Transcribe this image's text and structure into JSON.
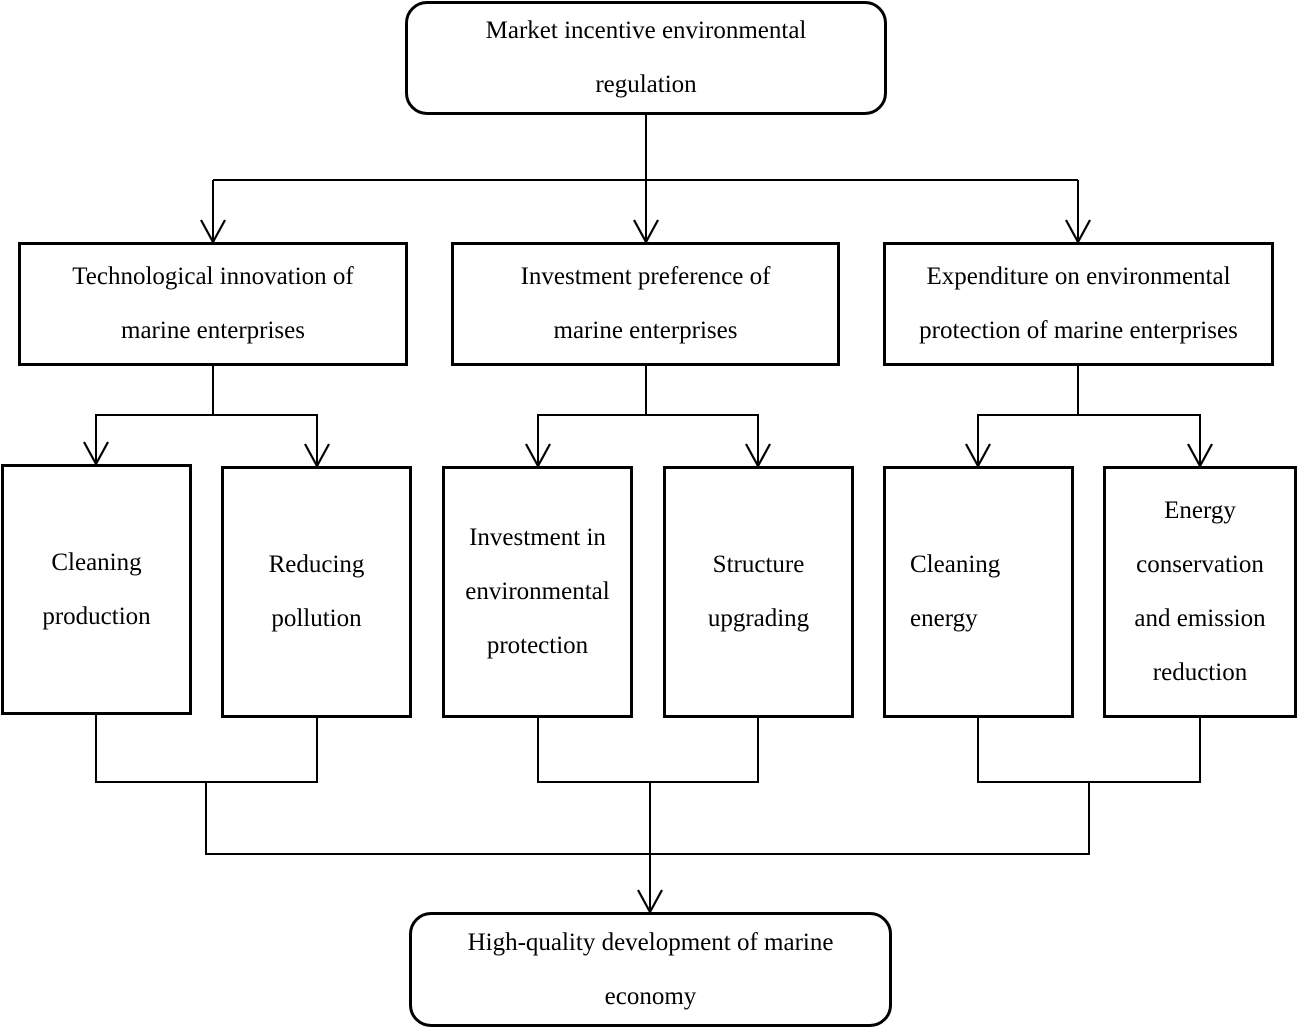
{
  "nodes": {
    "top": {
      "line1": "Market incentive environmental",
      "line2": "regulation"
    },
    "tech": {
      "line1": "Technological innovation of",
      "line2": "marine enterprises"
    },
    "invest": {
      "line1": "Investment preference of",
      "line2": "marine enterprises"
    },
    "expend": {
      "line1": "Expenditure on environmental",
      "line2": "protection of marine enterprises"
    },
    "cleaning_production": {
      "line1": "Cleaning",
      "line2": "production"
    },
    "reducing_pollution": {
      "line1": "Reducing",
      "line2": "pollution"
    },
    "investment_env": {
      "line1": "Investment in",
      "line2": "environmental",
      "line3": "protection"
    },
    "structure_upgrading": {
      "line1": "Structure",
      "line2": "upgrading"
    },
    "cleaning_energy": {
      "line1": "Cleaning",
      "line2": "energy"
    },
    "energy_conservation": {
      "line1": "Energy",
      "line2": "conservation",
      "line3": "and emission",
      "line4": "reduction"
    },
    "bottom": {
      "line1": "High-quality development of marine",
      "line2": "economy"
    }
  }
}
